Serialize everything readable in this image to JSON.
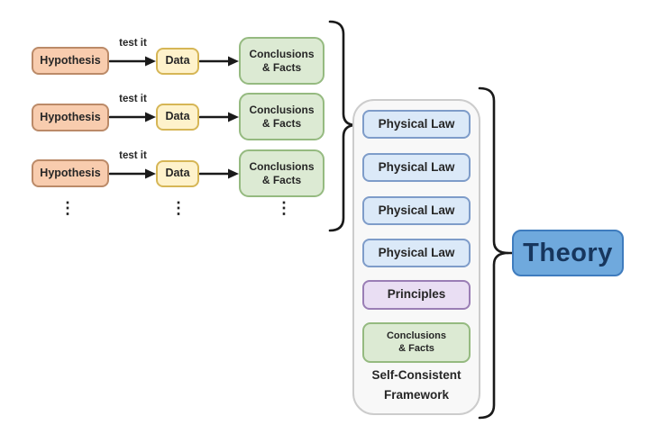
{
  "rows": [
    {
      "hypothesis": "Hypothesis",
      "arrow_label": "test it",
      "data": "Data",
      "conclusions": "Conclusions\n& Facts"
    },
    {
      "hypothesis": "Hypothesis",
      "arrow_label": "test it",
      "data": "Data",
      "conclusions": "Conclusions\n& Facts"
    },
    {
      "hypothesis": "Hypothesis",
      "arrow_label": "test it",
      "data": "Data",
      "conclusions": "Conclusions\n& Facts"
    }
  ],
  "ellipsis": "⋮",
  "framework": {
    "items": [
      {
        "label": "Physical Law"
      },
      {
        "label": "Physical Law"
      },
      {
        "label": "Physical Law"
      },
      {
        "label": "Physical Law"
      },
      {
        "label": "Principles"
      },
      {
        "label": "Conclusions\n& Facts"
      }
    ],
    "caption": "Self-Consistent\nFramework"
  },
  "theory_label": "Theory",
  "colors": {
    "hypothesis_fill": "#f8ccae",
    "hypothesis_border": "#bb8a68",
    "data_fill": "#fef2cb",
    "data_border": "#d6b656",
    "conclusions_fill": "#dcead3",
    "conclusions_border": "#95ba80",
    "law_fill": "#dbe9f8",
    "law_border": "#7e9cc9",
    "principles_fill": "#e9def3",
    "principles_border": "#9a7eb5",
    "framework_fill": "#f8f8f8",
    "framework_border": "#cccccc",
    "theory_fill": "#6fa9dd",
    "theory_border": "#3f7cbe",
    "theory_text": "#17365d",
    "text": "#262626",
    "line": "#1a1a1a"
  }
}
